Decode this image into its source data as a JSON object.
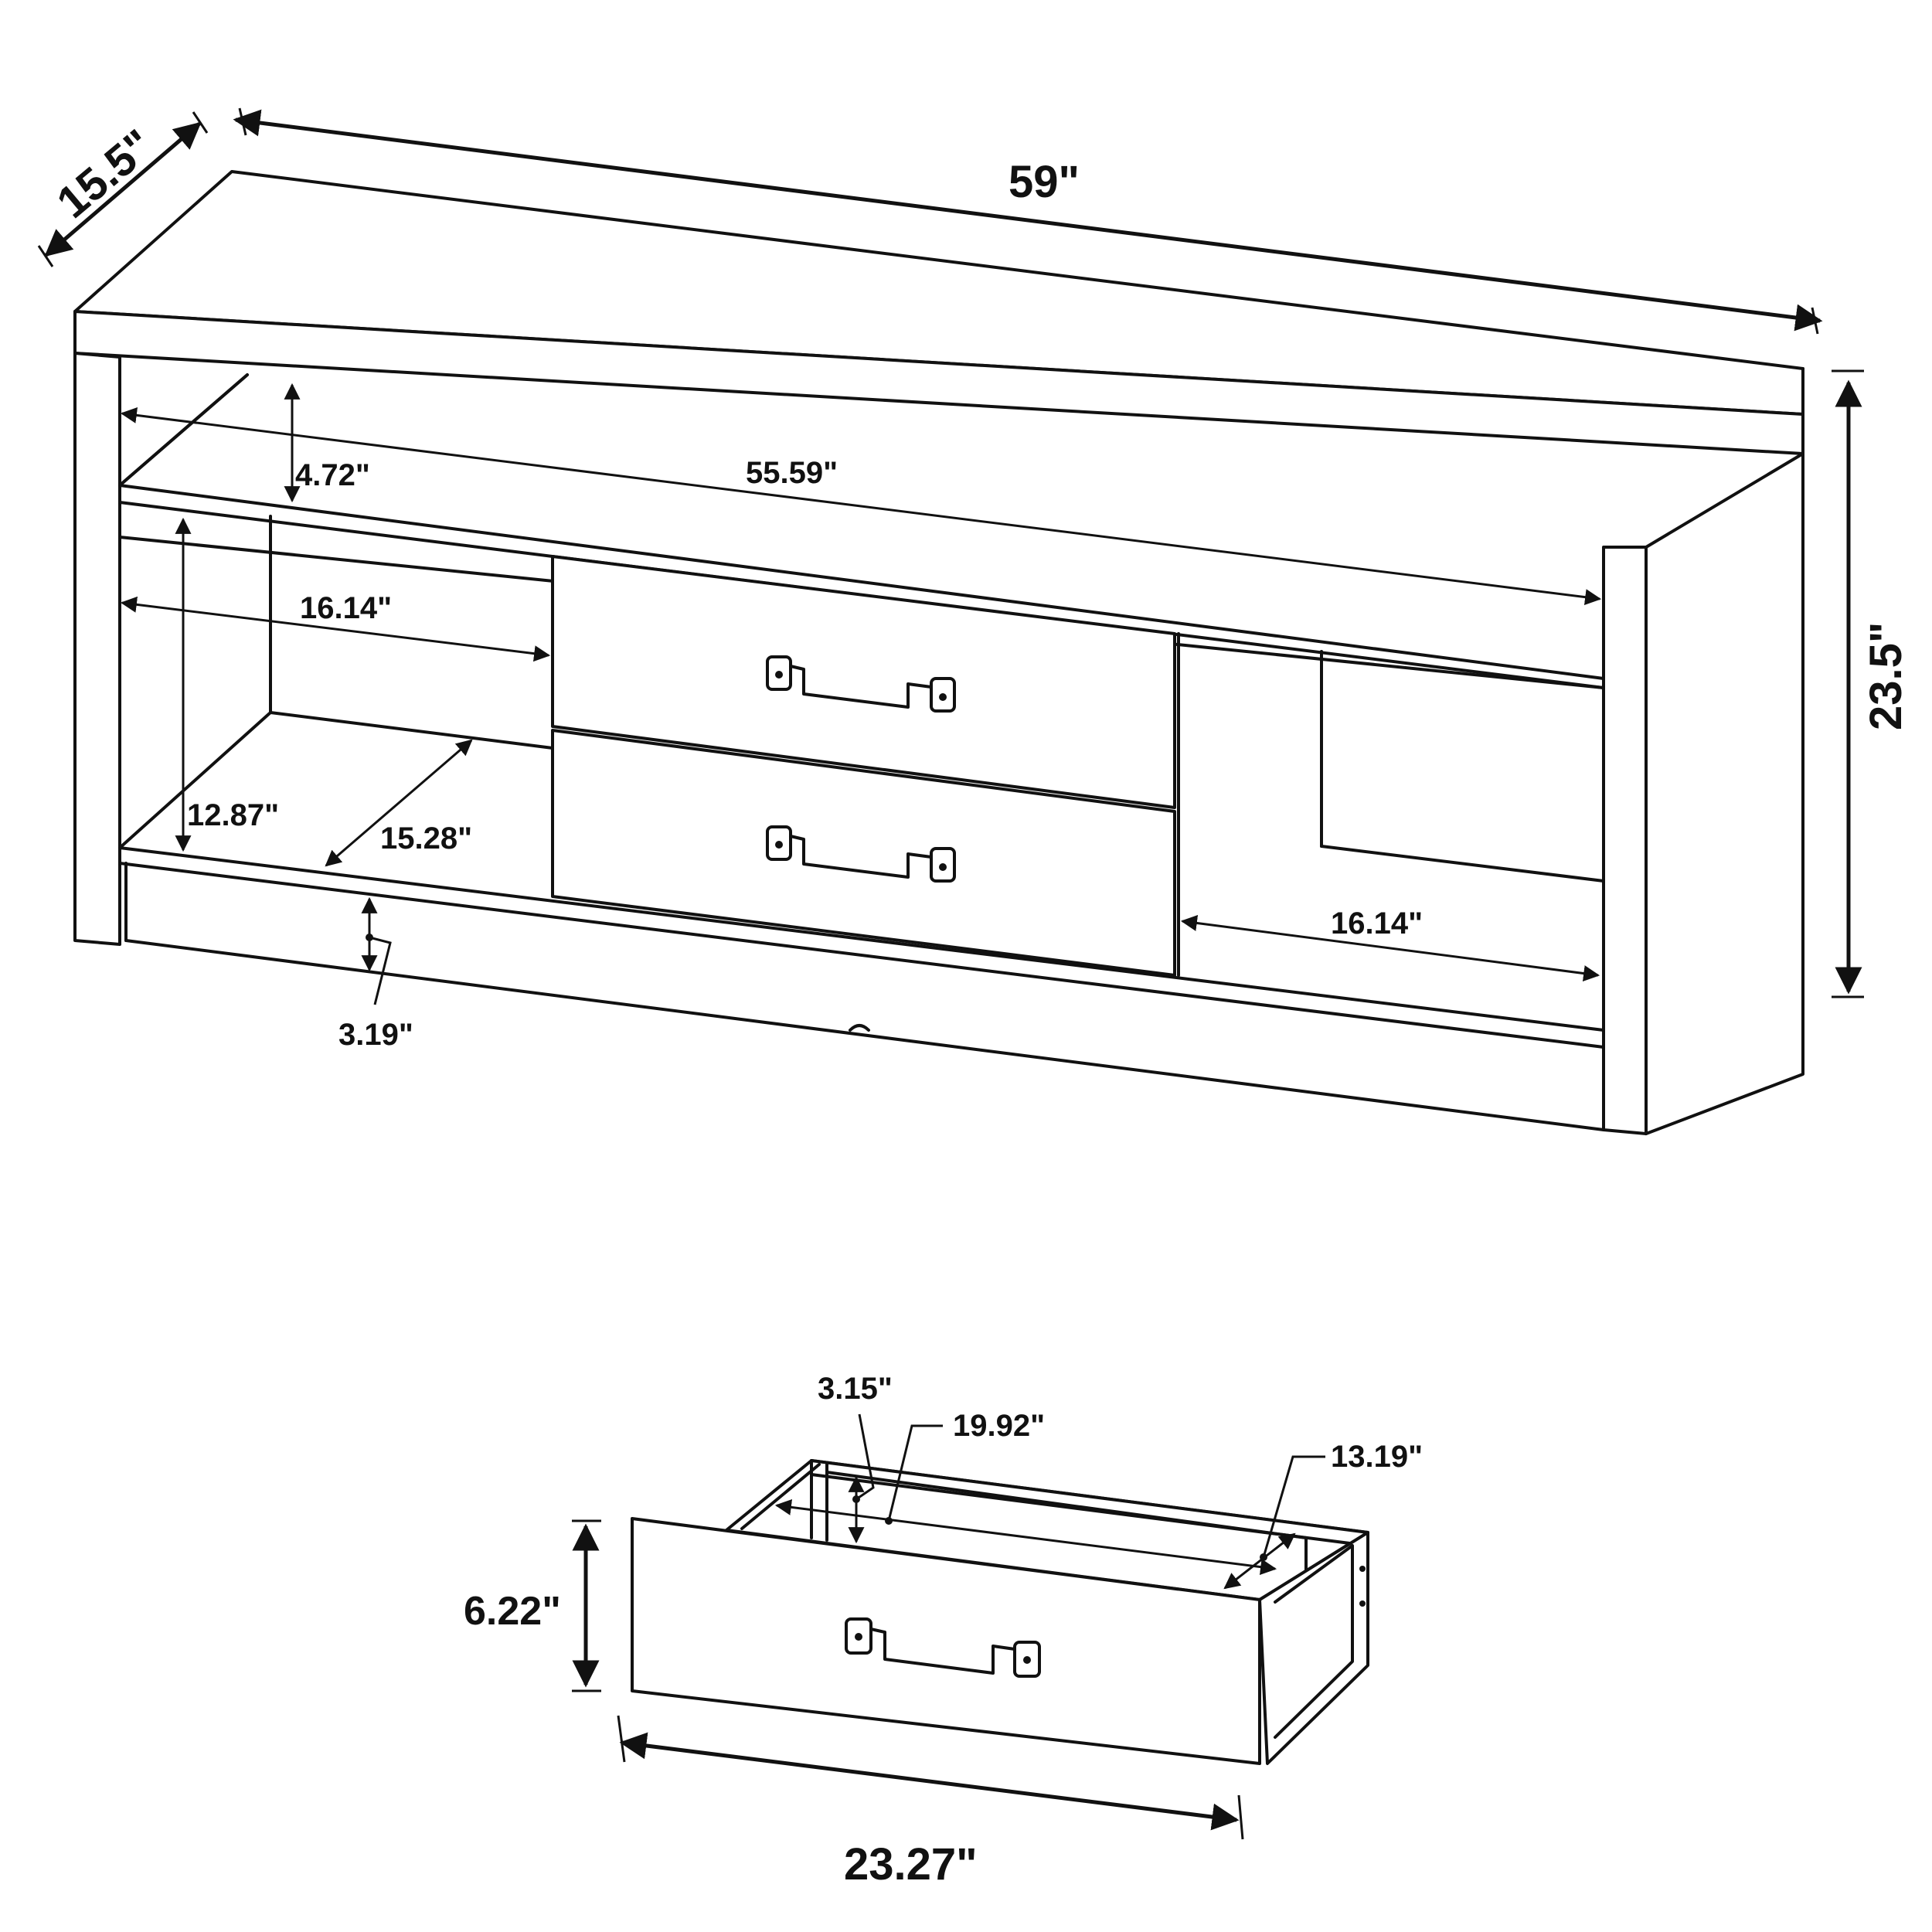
{
  "dimensions": {
    "overall_width": "59\"",
    "overall_depth": "15.5\"",
    "overall_height": "23.5\"",
    "top_shelf_height": "4.72\"",
    "inner_width": "55.59\"",
    "left_cubby_width": "16.14\"",
    "left_cubby_height": "12.87\"",
    "cubby_depth": "15.28\"",
    "right_cubby_width": "16.14\"",
    "base_height": "3.19\""
  },
  "drawer": {
    "height": "6.22\"",
    "width": "23.27\"",
    "inner_depth": "3.15\"",
    "inner_width": "19.92\"",
    "inner_length": "13.19\""
  }
}
